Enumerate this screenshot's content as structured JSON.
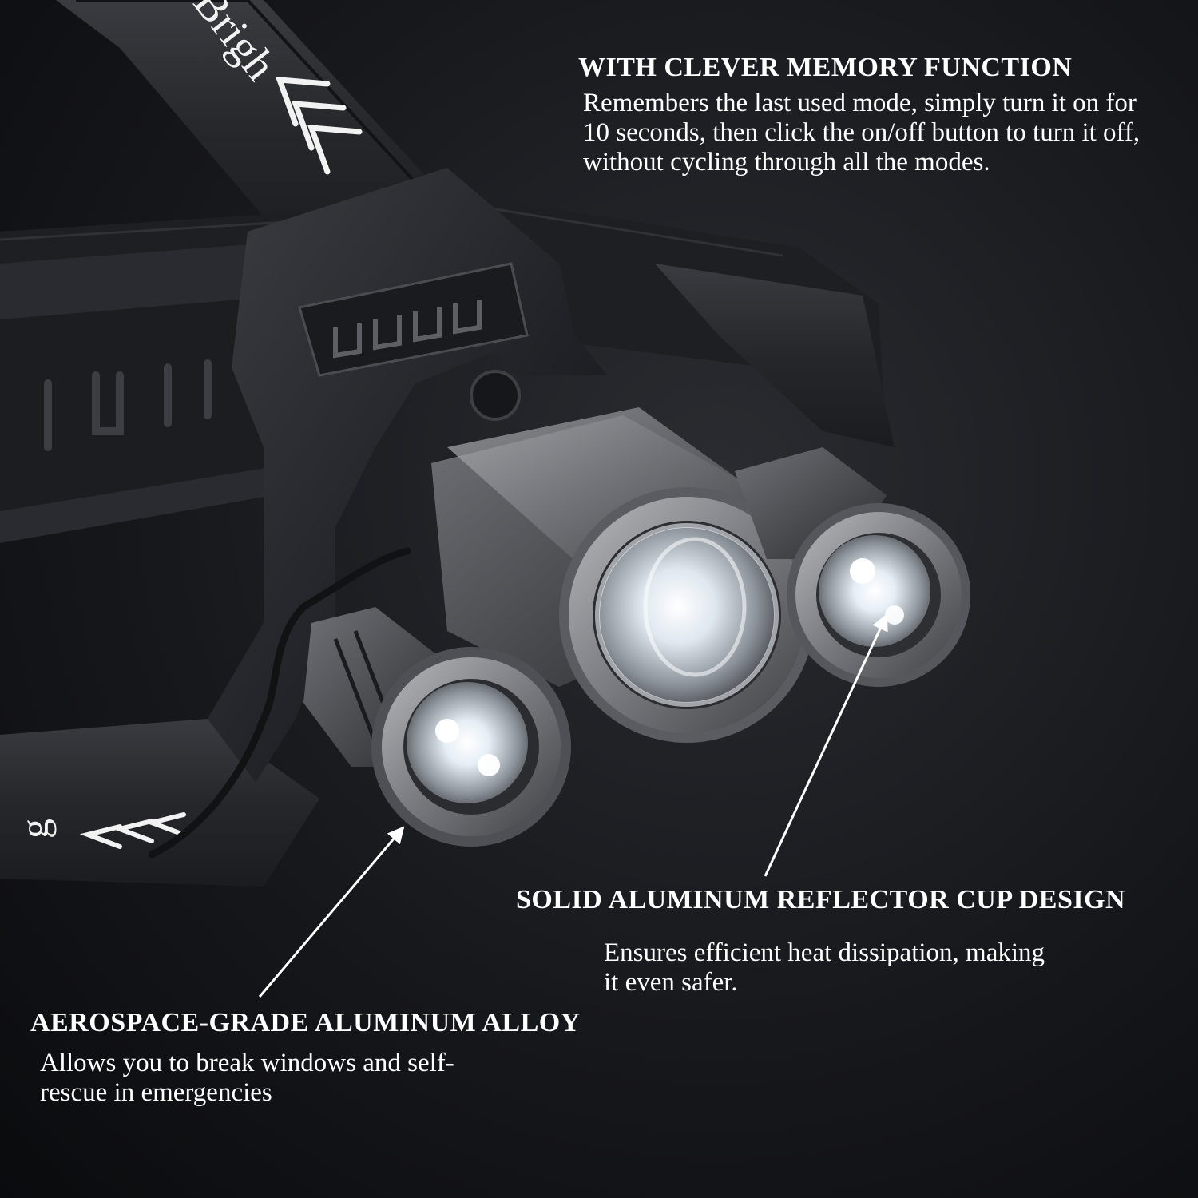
{
  "image": {
    "subject": "headlamp-product-photo",
    "colors": {
      "background": "#17181c",
      "text": "#ffffff",
      "strap": "#2b2c30",
      "body_metal": "#8a8c90",
      "lens_glow": "#e8f3ff"
    }
  },
  "strap_text": {
    "top": "Brigh",
    "lower": "g"
  },
  "callouts": {
    "memory": {
      "title": "WITH CLEVER MEMORY FUNCTION",
      "body": "Remembers the last used mode, simply turn it on for 10 seconds, then click the on/off button to turn it off, without cycling through all the modes."
    },
    "reflector": {
      "title": "SOLID ALUMINUM REFLECTOR CUP DESIGN",
      "body": "Ensures efficient heat dissipation, making it even safer."
    },
    "aerospace": {
      "title": "AEROSPACE-GRADE ALUMINUM ALLOY",
      "body": "Allows you to break windows and self-rescue in emergencies"
    }
  }
}
